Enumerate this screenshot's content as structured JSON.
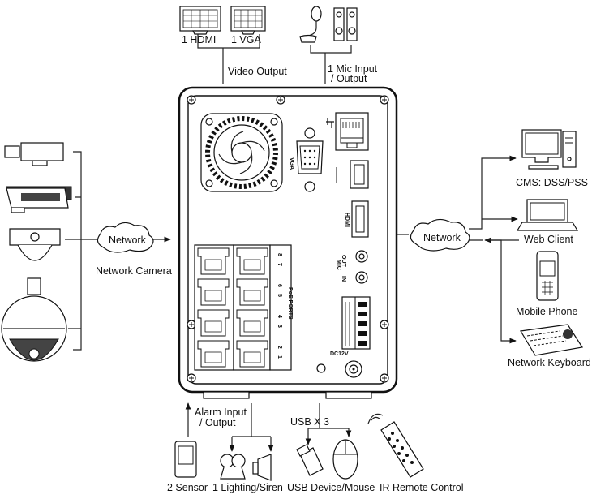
{
  "labels": {
    "hdmi": "1 HDMI",
    "vga_out": "1 VGA",
    "video_output": "Video Output",
    "mic_line1": "1 Mic Input",
    "mic_line2": "/ Output",
    "network_left": "Network",
    "network_camera": "Network Camera",
    "network_right": "Network",
    "cms": "CMS: DSS/PSS",
    "web_client": "Web Client",
    "mobile_phone": "Mobile Phone",
    "network_keyboard": "Network Keyboard",
    "alarm_line1": "Alarm Input",
    "alarm_line2": "/ Output",
    "usb_x3": "USB X 3",
    "sensor": "2 Sensor",
    "lighting": "1 Lighting/Siren",
    "usb_device": "USB Device/Mouse",
    "ir_remote": "IR Remote Control"
  },
  "panel": {
    "vga": "VGA",
    "hdmi": "HDMI",
    "mic_out": "OUT",
    "mic_in": "IN",
    "mic": "MIC",
    "power": "DC12V",
    "poe_ports": "PoE PORTS",
    "port_numbers": [
      "1",
      "2",
      "3",
      "4",
      "5",
      "6",
      "7",
      "8"
    ]
  }
}
